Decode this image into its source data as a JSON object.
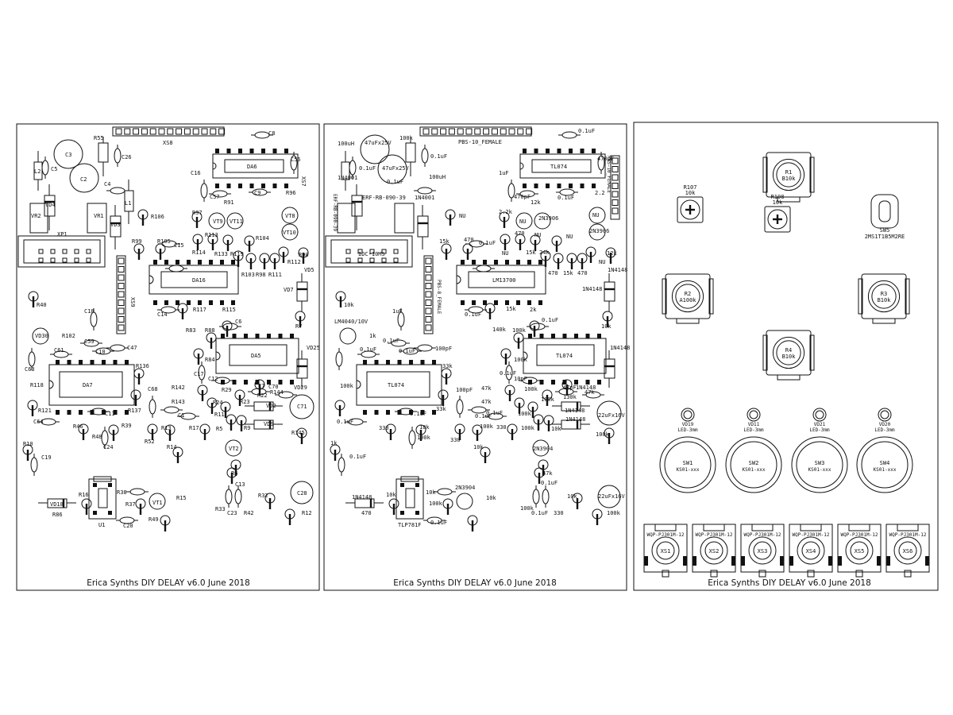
{
  "boards": [
    {
      "id": "main",
      "title": "Erica Synths DIY DELAY v6.0 June 2018",
      "labels": {
        "xs8": "XS8",
        "c8": "C8",
        "r55": "R55",
        "c3": "C3",
        "c5": "C5",
        "c26": "C26",
        "l2": "L2",
        "c2": "C2",
        "c4": "C4",
        "c16": "C16",
        "c56": "C56",
        "da6": "DA6",
        "vd4": "VD4",
        "vr2": "VR2",
        "vr1": "VR1",
        "l1": "L1",
        "vd3": "VD3",
        "r106": "R106",
        "c57": "C57",
        "r91": "R91",
        "c9": "C9",
        "r96": "R96",
        "xs7": "XS7",
        "r97": "R97",
        "vt9": "VT9",
        "vt11": "VT11",
        "vt8": "VT8",
        "xp1": "XP1",
        "r99": "R99",
        "r105": "R105",
        "r113": "R113",
        "r104": "R104",
        "vt10": "VT10",
        "c15": "C15",
        "r114": "R114",
        "r133": "R133",
        "r119": "R119",
        "r90": "R90",
        "r112": "R112",
        "da16": "DA16",
        "r103": "R103",
        "r98": "R98",
        "r111": "R111",
        "vd5": "VD5",
        "xs9": "XS9",
        "vd7": "VD7",
        "r40": "R40",
        "c18": "C18",
        "c14": "C14",
        "r117": "R117",
        "r115": "R115",
        "r7": "R7",
        "c6": "C6",
        "r83": "R83",
        "r88": "R88",
        "vd30": "VD30",
        "r102": "R102",
        "c59": "C59",
        "c61": "C61",
        "c10": "C10",
        "c47": "C47",
        "da5": "DA5",
        "vd25": "VD25",
        "c63": "C63",
        "r136": "R136",
        "r84": "R84",
        "r118": "R118",
        "da7": "DA7",
        "c68": "C68",
        "c17": "C17",
        "c12": "C12",
        "c7": "C7",
        "c70": "C70",
        "vd29": "VD29",
        "r144": "R144",
        "r142": "R142",
        "r29": "R29",
        "r143": "R143",
        "r24": "R24",
        "r22": "R22",
        "r23": "R23",
        "vd2": "VD2",
        "c71": "C71",
        "r121": "R121",
        "c11": "C11",
        "r137": "R137",
        "c1": "C1",
        "r11": "R11",
        "vd9": "VD9",
        "c64": "C64",
        "r46": "R46",
        "r39": "R39",
        "r13": "R13",
        "r17": "R17",
        "r5": "R5",
        "r9": "R9",
        "r145": "R145",
        "r48": "R48",
        "r52": "R52",
        "r10": "R10",
        "c24": "C24",
        "r14": "R14",
        "vt2": "VT2",
        "c19": "C19",
        "r6": "R6",
        "r16": "R16",
        "r38": "R38",
        "c13": "C13",
        "vd18": "VD18",
        "r37": "R37",
        "vt1": "VT1",
        "r15": "R15",
        "r33": "R33",
        "c23": "C23",
        "r42": "R42",
        "r32": "R32",
        "c28": "C28",
        "r86": "R86",
        "u1": "U1",
        "c20": "C20",
        "r49": "R49",
        "r12": "R12"
      }
    },
    {
      "id": "values",
      "title": "Erica Synths DIY DELAY v6.0 June 2018",
      "labels": {
        "pbs10": "PBS-10_FEMALE",
        "u100uh_a": "100uH",
        "c47u": "47uFx25V",
        "r100k_a": "100k",
        "c01_a": "0.1uF",
        "c01_b": "0.1uF",
        "c01_c": "0.1uF",
        "c47u_b": "47uFx25V",
        "d4001_a": "1N4001",
        "u100uh_b": "100uH",
        "d4001_b": "1N4001",
        "c01_d": "0.1uF",
        "erf": "ERF-RB-090-39",
        "erf_v": "ERF-RB-090-39",
        "tl074_a": "TL074",
        "c1u_a": "1uF",
        "c470p_a": "470pF",
        "c470p_b": "470pF",
        "pbs_f": "PBS-10_FEMALE",
        "c01_e": "0.1uF",
        "r12k_a": "12k",
        "c22_a": "2.2",
        "nu_a": "NU",
        "r22k_a": "2.2k",
        "nu_b": "NU",
        "q3906_a": "2N3906",
        "c01_f": "0.1uF",
        "nu_c": "NU",
        "idc": "IDC-10MS",
        "r15k_a": "15k",
        "r470_a": "470",
        "c01_g": "0.1uF",
        "nu_d": "NU",
        "r470_b": "470",
        "nu_e": "NU",
        "r15k_b": "15k",
        "r24k": "24k",
        "nu_f": "NU",
        "q3906_b": "2N3906",
        "r12k_b": "12k",
        "r470_c": "470",
        "r15k_c": "15k",
        "r470_d": "470",
        "nu_g": "NU",
        "d4148_a": "1N4148",
        "lm13700": "LM13700",
        "d4148_b": "1N4148",
        "pbs8": "PBS-8_FEMALE",
        "r10k_a": "10k",
        "c1u_b": "1uF",
        "r15k_d": "15k",
        "r2k": "2k",
        "c01_h": "0.1uF",
        "c01_i": "0.1uF",
        "r10k_b": "10k",
        "lm4040": "LM4040/10V",
        "r1k_a": "1k",
        "r140k": "140k",
        "r100k_b": "100k",
        "c01_j": "0.1uF",
        "tl074_b": "TL074",
        "c100p_a": "100pF",
        "c01_k": "0.1uF",
        "c01_l": "0.1uF",
        "d4148_c": "1N4148",
        "r33k_a": "33k",
        "r100k_c": "100k",
        "c01_m": "0.1uF",
        "c10p": "10pF",
        "tl074_c": "TL074",
        "r100k_d": "100k",
        "c100p_b": "100pF",
        "r47k_a": "47k",
        "r100k_e": "100k",
        "c47p": "47pF",
        "r47k_b": "47k",
        "d4148_d": "1N4148",
        "r33k_b": "33k",
        "c01_n": "0.1uF",
        "r130k": "130k",
        "r100k_f": "100k",
        "c01_o": "0.1uF",
        "r47k_c": "47k",
        "d4148_e": "1N4148",
        "d4148_f": "1N4148",
        "c01_p": "0.1uF",
        "c22u_a": "22uFx16V",
        "r100k_g": "100k",
        "c01_q": "0.1uF",
        "r330_a": "330",
        "r10k_c": "10k",
        "r100k_h": "100k",
        "r330_b": "330",
        "r100k_i": "100k",
        "r330_c": "330",
        "r100k_j": "100k",
        "r10k_d": "10k",
        "r100k_k": "100k",
        "r1k_b": "1k",
        "c01_r": "0.1uF",
        "r10k_e": "10k",
        "q3904_a": "2N3904",
        "r47k_d": "47k",
        "d4148_g": "1N4148",
        "r10k_f": "10k",
        "tlp781": "TLP781F",
        "r10k_g": "10k",
        "q3904_b": "2N3904",
        "c01_s": "0.1uF",
        "r10k_h": "10k",
        "r10k_i": "10k",
        "r100k_l": "100k",
        "r470_e": "470",
        "c01_t": "0.1uF",
        "r100k_m": "100k",
        "c01_u": "0.1uF",
        "r330_d": "330",
        "c22u_b": "22uFx16V",
        "r100k_n": "100k"
      }
    },
    {
      "id": "panel",
      "title": "Erica Synths DIY DELAY v6.0 June 2018",
      "labels": {
        "r107": "R107",
        "r107v": "10k",
        "r1": "R1",
        "r1v": "B10k",
        "r108": "R108",
        "r108v": "10k",
        "sw5": "SW5",
        "sw5v": "2MS1T1B5M2RE",
        "r2": "R2",
        "r2v": "A100k",
        "r3": "R3",
        "r3v": "B10k",
        "r4": "R4",
        "r4v": "B10k",
        "vd19": "VD19",
        "led1": "LED-3mm",
        "vd11": "VD11",
        "led2": "LED-3mm",
        "vd21": "VD21",
        "led3": "LED-3mm",
        "vd20": "VD20",
        "led4": "LED-3mm",
        "sw1": "SW1",
        "sw1v": "KS01-xxx",
        "sw2": "SW2",
        "sw2v": "KS01-xxx",
        "sw3": "SW3",
        "sw3v": "KS01-xxx",
        "sw4": "SW4",
        "sw4v": "KS01-xxx",
        "j1": "WQP-PJ301M-12",
        "xs1": "XS1",
        "j2": "WQP-PJ301M-12",
        "xs2": "XS2",
        "j3": "WQP-PJ301M-12",
        "xs3": "XS3",
        "j4": "WQP-PJ301M-12",
        "xs4": "XS4",
        "j5": "WQP-PJ301M-12",
        "xs5": "XS5",
        "j6": "WQP-PJ301M-12",
        "xs6": "XS6"
      }
    }
  ]
}
